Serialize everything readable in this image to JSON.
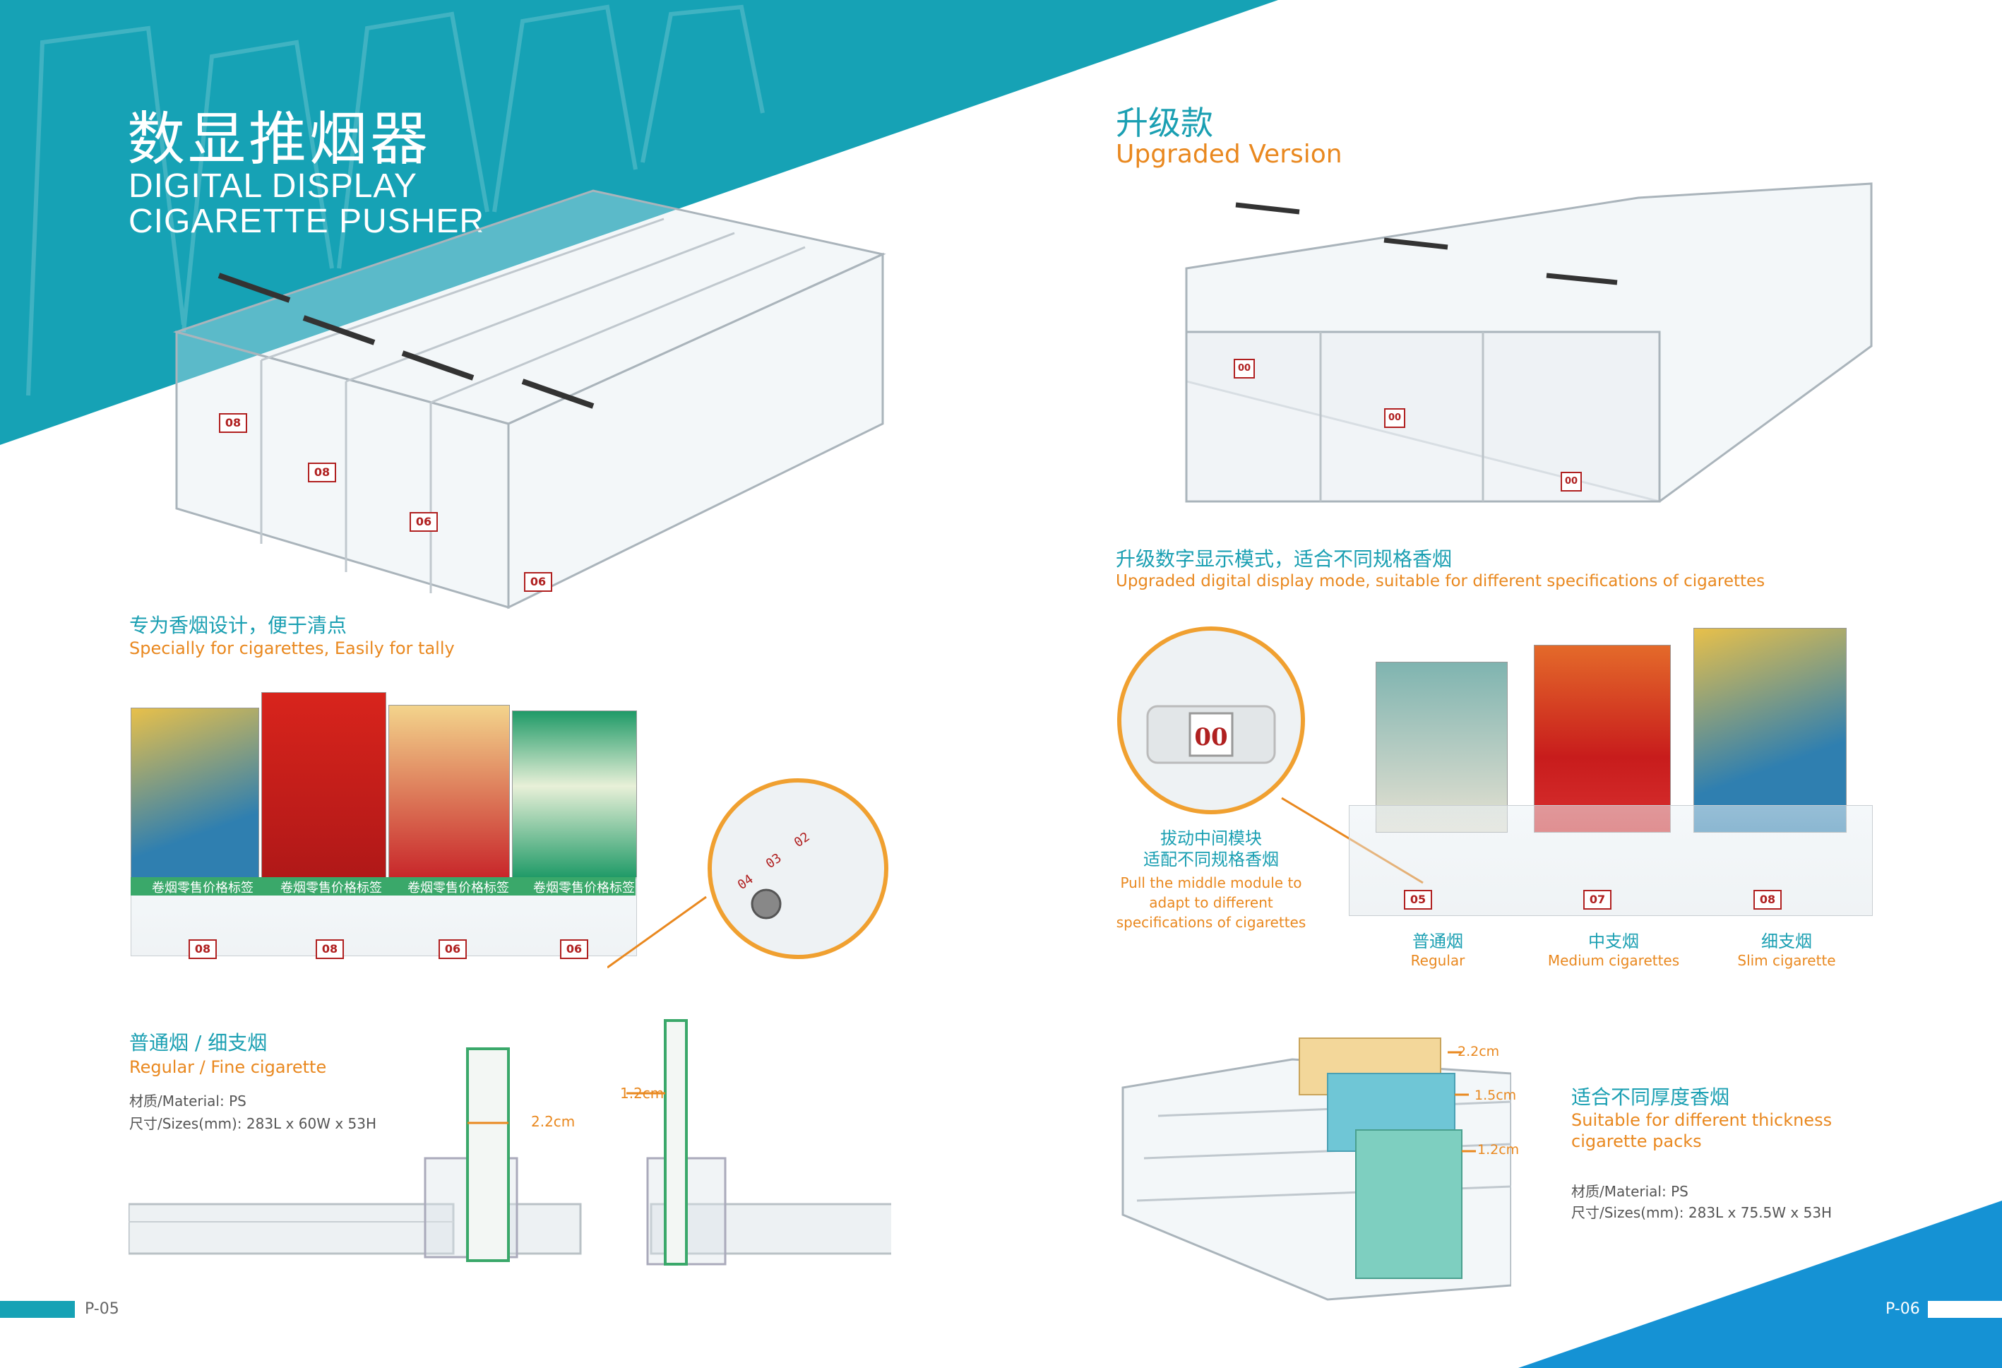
{
  "left_page": {
    "title_cn": "数显推烟器",
    "title_en_line1": "DIGITAL DISPLAY",
    "title_en_line2": "CIGARETTE PUSHER",
    "feature1_cn": "专为香烟设计，便于清点",
    "feature1_en": "Specially for cigarettes, Easily for tally",
    "label_strip_text": "卷烟零售价格标签",
    "tray_numbers": [
      "08",
      "08",
      "06",
      "06"
    ],
    "zoom_numbers": [
      "02",
      "03",
      "04"
    ],
    "section2_cn": "普通烟 / 细支烟",
    "section2_en": "Regular / Fine cigarette",
    "material": "材质/Material: PS",
    "sizes": "尺寸/Sizes(mm): 283L x 60W x 53H",
    "dim_a": "2.2cm",
    "dim_b": "1.2cm",
    "page_number": "P-05"
  },
  "right_page": {
    "title_cn": "升级款",
    "title_en": "Upgraded Version",
    "feature_cn": "升级数字显示模式，适合不同规格香烟",
    "feature_en": "Upgraded digital display mode, suitable for different specifications of cigarettes",
    "zoom_number": "00",
    "callout_cn_line1": "拔动中间模块",
    "callout_cn_line2": "适配不同规格香烟",
    "callout_en_line1": "Pull the middle module to",
    "callout_en_line2": "adapt to different",
    "callout_en_line3": "specifications of cigarettes",
    "slot_numbers": [
      "05",
      "07",
      "08"
    ],
    "types": [
      {
        "cn": "普通烟",
        "en": "Regular"
      },
      {
        "cn": "中支烟",
        "en": "Medium cigarettes"
      },
      {
        "cn": "细支烟",
        "en": "Slim cigarette"
      }
    ],
    "thickness_dims": [
      "2.2cm",
      "1.5cm",
      "1.2cm"
    ],
    "thickness_cn": "适合不同厚度香烟",
    "thickness_en_line1": "Suitable for different thickness",
    "thickness_en_line2": "cigarette packs",
    "material": "材质/Material: PS",
    "sizes": "尺寸/Sizes(mm):  283L x 75.5W x 53H",
    "page_number": "P-06"
  },
  "colors": {
    "teal": "#1a9fb2",
    "orange": "#e9881f",
    "blue_corner": "#1592d4",
    "number_red": "#b02020"
  }
}
